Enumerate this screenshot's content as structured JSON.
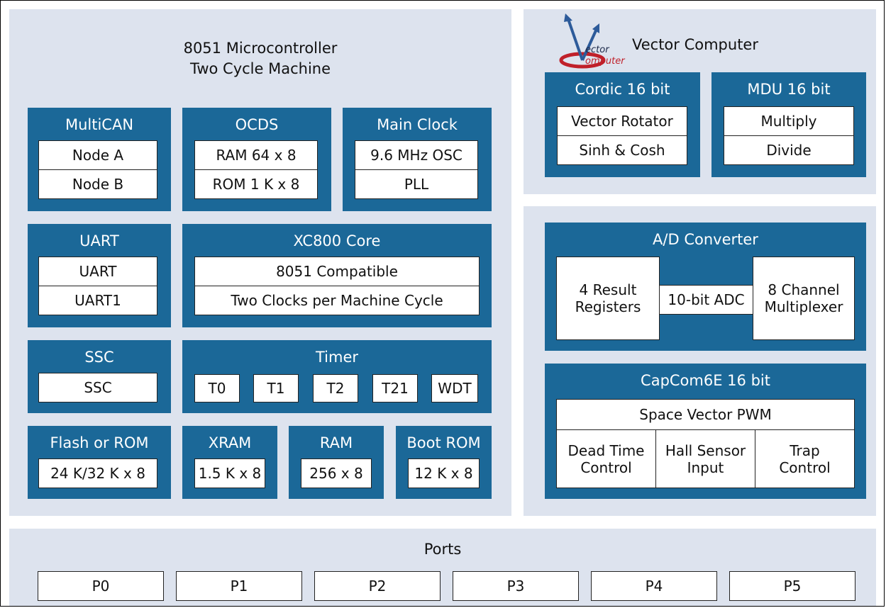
{
  "colors": {
    "panel": "#dde3ee",
    "block": "#1b6898",
    "logo_red": "#c0202a",
    "logo_blue": "#2d5b9a"
  },
  "mcu": {
    "title_line1": "8051 Microcontroller",
    "title_line2": "Two Cycle Machine"
  },
  "multican": {
    "title": "MultiCAN",
    "items": [
      "Node A",
      "Node B"
    ]
  },
  "ocds": {
    "title": "OCDS",
    "items": [
      "RAM 64 x 8",
      "ROM 1 K x 8"
    ]
  },
  "main_clock": {
    "title": "Main Clock",
    "items": [
      "9.6 MHz OSC",
      "PLL"
    ]
  },
  "uart": {
    "title": "UART",
    "items": [
      "UART",
      "UART1"
    ]
  },
  "core": {
    "title": "XC800 Core",
    "items": [
      "8051 Compatible",
      "Two Clocks per Machine Cycle"
    ]
  },
  "ssc": {
    "title": "SSC",
    "items": [
      "SSC"
    ]
  },
  "timer": {
    "title": "Timer",
    "items": [
      "T0",
      "T1",
      "T2",
      "T21",
      "WDT"
    ]
  },
  "flash": {
    "title": "Flash or ROM",
    "value": "24 K/32 K x 8"
  },
  "xram": {
    "title": "XRAM",
    "value": "1.5 K x 8"
  },
  "ram": {
    "title": "RAM",
    "value": "256 x 8"
  },
  "boot_rom": {
    "title": "Boot ROM",
    "value": "12 K x 8"
  },
  "vector_computer": {
    "title": "Vector Computer",
    "logo_word1": "ector",
    "logo_word2": "omputer",
    "cordic": {
      "title": "Cordic 16 bit",
      "items": [
        "Vector Rotator",
        "Sinh & Cosh"
      ]
    },
    "mdu": {
      "title": "MDU 16 bit",
      "items": [
        "Multiply",
        "Divide"
      ]
    }
  },
  "adc": {
    "title": "A/D Converter",
    "result_line1": "4 Result",
    "result_line2": "Registers",
    "core": "10-bit ADC",
    "mux_line1": "8 Channel",
    "mux_line2": "Multiplexer"
  },
  "capcom": {
    "title": "CapCom6E 16 bit",
    "pwm": "Space Vector PWM",
    "dead_line1": "Dead Time",
    "dead_line2": "Control",
    "hall_line1": "Hall Sensor",
    "hall_line2": "Input",
    "trap_line1": "Trap",
    "trap_line2": "Control"
  },
  "ports": {
    "title": "Ports",
    "items": [
      "P0",
      "P1",
      "P2",
      "P3",
      "P4",
      "P5"
    ]
  }
}
